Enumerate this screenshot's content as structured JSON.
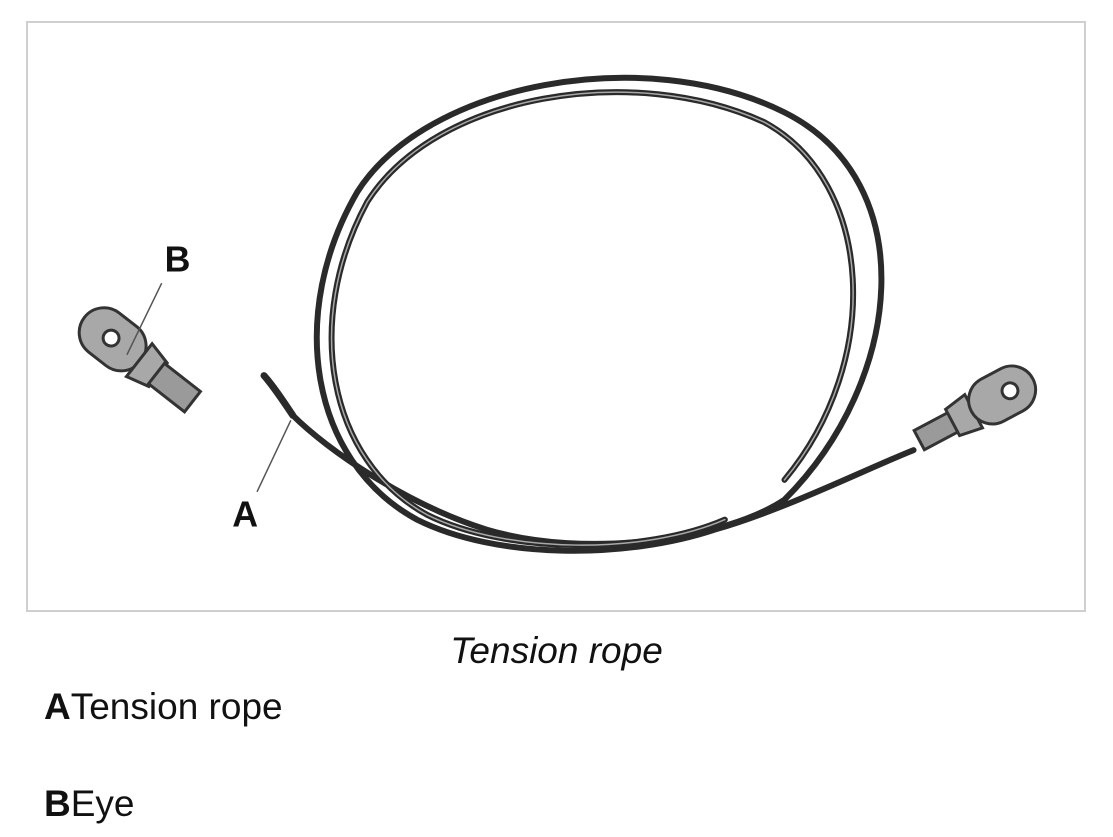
{
  "diagram": {
    "callouts": {
      "a": "A",
      "b": "B"
    }
  },
  "caption": "Tension rope",
  "legend": [
    {
      "key": "A",
      "label": "Tension rope"
    },
    {
      "key": "B",
      "label": "Eye"
    }
  ]
}
